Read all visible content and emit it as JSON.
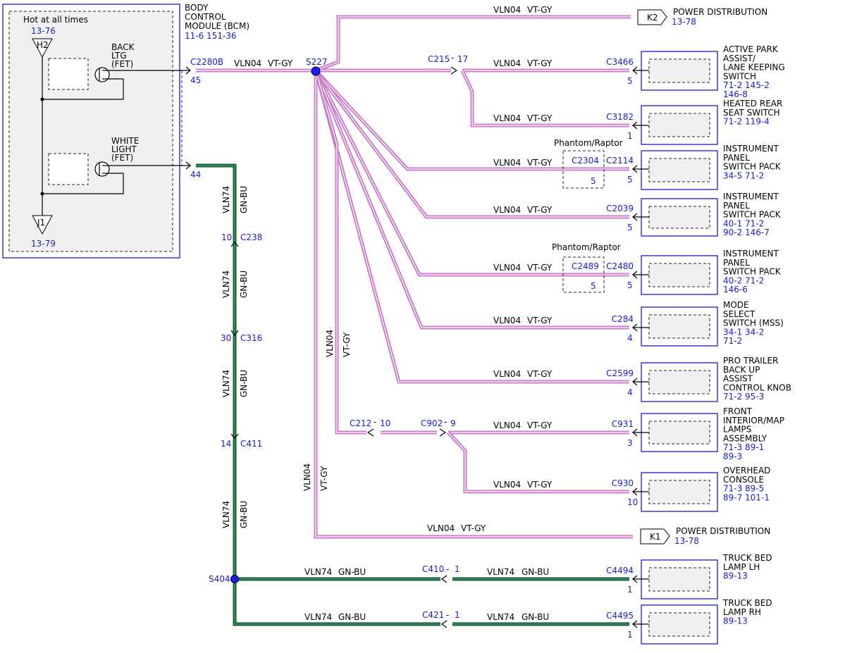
{
  "module": {
    "title_lines": [
      "BODY",
      "CONTROL",
      "MODULE (BCM)"
    ],
    "refs": "11-6   151-36",
    "hot_label": "Hot at all times",
    "h2": "H2",
    "h2_ref": "13-76",
    "j1": "J1",
    "j1_ref": "13-79",
    "back_ltg": [
      "BACK",
      "LTG",
      "(FET)"
    ],
    "white_light": [
      "WHITE",
      "LIGHT",
      "(FET)"
    ]
  },
  "connectors": {
    "c2280b": "C2280B",
    "c2280b_pin45": "45",
    "pin44": "44",
    "s227": "S227",
    "s404": "S404",
    "c215": "C215",
    "c215_pin": "17",
    "c212": "C212",
    "c212_pin": "10",
    "c902": "C902",
    "c902_pin": "9",
    "c238": "C238",
    "c238_pin": "10",
    "c316": "C316",
    "c316_pin": "30",
    "c411": "C411",
    "c411_pin": "14",
    "c410": "C410",
    "c410_pin": "1",
    "c421": "C421",
    "c421_pin": "1",
    "c2304": "C2304",
    "c2304_pin": "5",
    "c2489": "C2489",
    "c2489_pin": "5",
    "phantom1": "Phantom/Raptor",
    "phantom2": "Phantom/Raptor",
    "dash": "-"
  },
  "wires": {
    "vln04": "VLN04",
    "vtgy": "VT-GY",
    "vln74": "VLN74",
    "gnbu": "GN-BU"
  },
  "power": {
    "k2": "K2",
    "k2_label": "POWER DISTRIBUTION",
    "k2_ref": "13-78",
    "k1": "K1",
    "k1_label": "POWER DISTRIBUTION",
    "k1_ref": "13-78"
  },
  "components": [
    {
      "conn": "C3466",
      "pin": "5",
      "lines": [
        "ACTIVE PARK",
        "ASSIST/",
        "LANE KEEPING",
        "SWITCH"
      ],
      "refs": [
        "71-2  145-2",
        "146-8"
      ]
    },
    {
      "conn": "C3182",
      "pin": "1",
      "lines": [
        "HEATED REAR",
        "SEAT SWITCH"
      ],
      "refs": [
        "71-2  119-4"
      ]
    },
    {
      "conn": "C2114",
      "pin": "5",
      "lines": [
        "INSTRUMENT",
        "PANEL",
        "SWITCH PACK"
      ],
      "refs": [
        "34-5  71-2"
      ]
    },
    {
      "conn": "C2039",
      "pin": "5",
      "lines": [
        "INSTRUMENT",
        "PANEL",
        "SWITCH PACK"
      ],
      "refs": [
        "40-1  71-2",
        "90-2  146-7"
      ]
    },
    {
      "conn": "C2480",
      "pin": "5",
      "lines": [
        "INSTRUMENT",
        "PANEL",
        "SWITCH PACK"
      ],
      "refs": [
        "40-2  71-2",
        "146-6"
      ]
    },
    {
      "conn": "C284",
      "pin": "4",
      "lines": [
        "MODE",
        "SELECT",
        "SWITCH (MSS)"
      ],
      "refs": [
        "34-1  34-2",
        "71-2"
      ]
    },
    {
      "conn": "C2599",
      "pin": "4",
      "lines": [
        "PRO TRAILER",
        "BACK UP",
        "ASSIST",
        "CONTROL KNOB"
      ],
      "refs": [
        "71-2  95-3"
      ]
    },
    {
      "conn": "C931",
      "pin": "3",
      "lines": [
        "FRONT",
        "INTERIOR/MAP",
        "LAMPS",
        "ASSEMBLY"
      ],
      "refs": [
        "71-3  89-1",
        "89-3"
      ]
    },
    {
      "conn": "C930",
      "pin": "10",
      "lines": [
        "OVERHEAD",
        "CONSOLE"
      ],
      "refs": [
        "71-3  89-5",
        "89-7  101-1"
      ]
    },
    {
      "conn": "C4494",
      "pin": "1",
      "lines": [
        "TRUCK BED",
        "LAMP LH"
      ],
      "refs": [
        "89-13"
      ]
    },
    {
      "conn": "C4495",
      "pin": "1",
      "lines": [
        "TRUCK BED",
        "LAMP RH"
      ],
      "refs": [
        "89-13"
      ]
    }
  ]
}
